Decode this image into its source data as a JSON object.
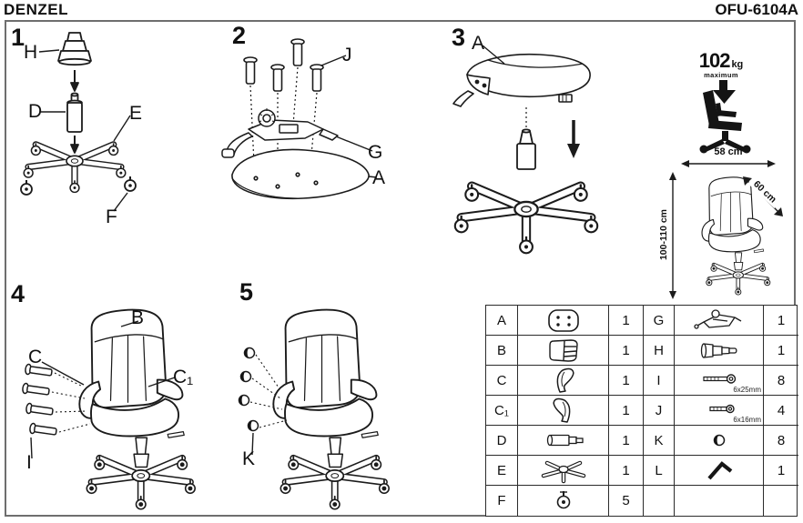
{
  "header": {
    "brand": "DENZEL",
    "model": "OFU-6104A"
  },
  "steps": {
    "s1": {
      "num": "1",
      "labels": {
        "h": "H",
        "d": "D",
        "e": "E",
        "f": "F"
      }
    },
    "s2": {
      "num": "2",
      "labels": {
        "j": "J",
        "g": "G",
        "a": "A"
      }
    },
    "s3": {
      "num": "3",
      "labels": {
        "a": "A"
      }
    },
    "s4": {
      "num": "4",
      "labels": {
        "b": "B",
        "c": "C",
        "c1": "C₁",
        "i": "I"
      }
    },
    "s5": {
      "num": "5",
      "labels": {
        "k": "K"
      }
    }
  },
  "specs": {
    "weight_value": "102",
    "weight_unit": "kg",
    "weight_note": "maximum",
    "width": "58 cm",
    "depth": "60 cm",
    "height": "100-110 cm"
  },
  "parts_table": {
    "left": [
      {
        "part": "A",
        "icon": "seat-top-view",
        "qty": "1"
      },
      {
        "part": "B",
        "icon": "backrest",
        "qty": "1"
      },
      {
        "part": "C",
        "icon": "armrest-left",
        "qty": "1"
      },
      {
        "part": "C₁",
        "icon": "armrest-right",
        "qty": "1"
      },
      {
        "part": "D",
        "icon": "gas-lift",
        "qty": "1"
      },
      {
        "part": "E",
        "icon": "five-star-base",
        "qty": "1"
      },
      {
        "part": "F",
        "icon": "caster",
        "qty": "5"
      }
    ],
    "right": [
      {
        "part": "G",
        "icon": "tilt-mechanism",
        "qty": "1"
      },
      {
        "part": "H",
        "icon": "telescopic-cover",
        "qty": "1"
      },
      {
        "part": "I",
        "icon": "screw",
        "size": "6x25mm",
        "qty": "8"
      },
      {
        "part": "J",
        "icon": "screw",
        "size": "6x16mm",
        "qty": "4"
      },
      {
        "part": "K",
        "icon": "cap",
        "qty": "8"
      },
      {
        "part": "L",
        "icon": "allen-key",
        "qty": "1"
      }
    ]
  },
  "colors": {
    "line": "#1b1b1b",
    "border": "#6e6e6e",
    "silhouette": "#141414"
  }
}
